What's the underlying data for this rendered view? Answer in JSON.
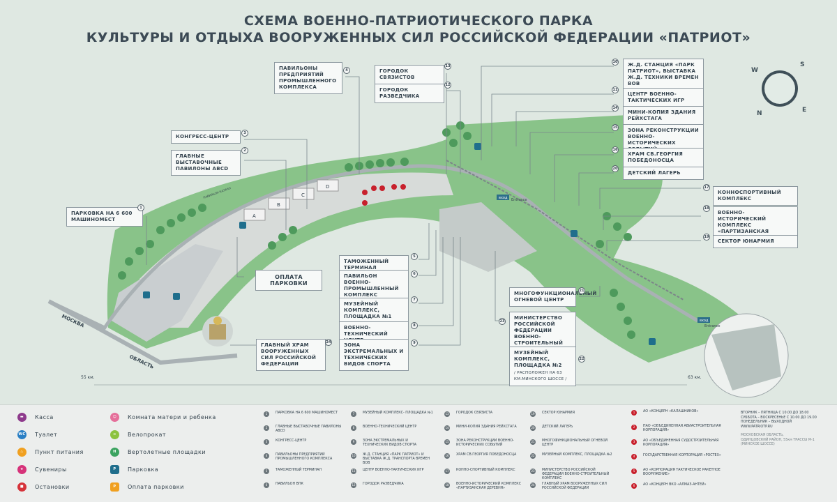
{
  "title": {
    "line1": "СХЕМА ВОЕННО-ПАТРИОТИЧЕСКОГО ПАРКА",
    "line2": "КУЛЬТУРЫ И ОТДЫХА ВООРУЖЕННЫХ СИЛ РОССИЙСКОЙ ФЕДЕРАЦИИ «ПАТРИОТ»"
  },
  "compass": {
    "n": "N",
    "s": "S",
    "e": "E",
    "w": "W"
  },
  "map_labels": {
    "moskva": "МОСКВА",
    "oblast": "ОБЛАСТЬ",
    "km55": "55 км.",
    "km63": "63 км.",
    "entrance1_ru": "вход",
    "entrance1_en": "Entrance",
    "entrance2_ru": "вход",
    "entrance2_en": "Entrance",
    "road_note": "ПАВИЛЬОН КАЗАНО",
    "pavilion_a": "A",
    "pavilion_b": "B",
    "pavilion_c": "C",
    "pavilion_d": "D"
  },
  "callouts": {
    "c1": "ПАРКОВКА НА 6 600 МАШИНОМЕСТ",
    "c2": "ГЛАВНЫЕ ВЫСТАВОЧНЫЕ ПАВИЛОНЫ ABCD",
    "c3": "КОНГРЕСС-ЦЕНТР",
    "c4": "ПАВИЛЬОНЫ ПРЕДПРИЯТИЙ ПРОМЫШЛЕННОГО КОМПЛЕКСА",
    "c5": "ТАМОЖЕННЫЙ ТЕРМИНАЛ",
    "c6": "ПАВИЛЬОН ВОЕННО-ПРОМЫШЛЕННЫЙ КОМПЛЕКС",
    "c7": "МУЗЕЙНЫЙ КОМПЛЕКС, ПЛОЩАДКА №1",
    "c8": "ВОЕННО-ТЕХНИЧЕСКИЙ ЦЕНТР",
    "c9": "ЗОНА ЭКСТРЕМАЛЬНЫХ И ТЕХНИЧЕСКИХ ВИДОВ СПОРТА",
    "c10": "Ж.Д. СТАНЦИЯ «ПАРК ПАТРИОТ», ВЫСТАВКА Ж.Д. ТЕХНИКИ ВРЕМЕН ВОВ",
    "c11": "ЦЕНТР ВОЕННО-ТАКТИЧЕСКИХ ИГР",
    "c12": "ГОРОДОК РАЗВЕДЧИКА",
    "c13": "ГОРОДОК СВЯЗИСТОВ",
    "c14": "МИНИ-КОПИЯ ЗДАНИЯ РЕЙХСТАГА",
    "c15": "ЗОНА РЕКОНСТРУКЦИИ ВОЕННО-ИСТОРИЧЕСКИХ СОБЫТИЙ",
    "c16": "ХРАМ СВ.ГЕОРГИЯ ПОБЕДОНОСЦА",
    "c17": "КОННОСПОРТИВНЫЙ КОМПЛЕКС",
    "c18": "ВОЕННО-ИСТОРИЧЕСКИЙ КОМПЛЕКС «ПАРТИЗАНСКАЯ ДЕРЕВНЯ»",
    "c19": "СЕКТОР ЮНАРМИЯ",
    "c20": "ДЕТСКИЙ ЛАГЕРЬ",
    "c21": "МНОГОФУНКЦИОНАЛЬНЫЙ ОГНЕВОЙ ЦЕНТР",
    "c22": "МУЗЕЙНЫЙ КОМПЛЕКС, ПЛОЩАДКА №2",
    "c22_note": "/ РАСПОЛОЖЕН НА 63 КМ.МИНСКОГО ШОССЕ /",
    "c23": "МИНИСТЕРСТВО РОССИЙСКОЙ ФЕДЕРАЦИИ ВОЕННО-СТРОИТЕЛЬНЫЙ КОМПЛЕКС",
    "c24": "ГЛАВНЫЙ ХРАМ ВООРУЖЕННЫХ СИЛ РОССИЙСКОЙ ФЕДЕРАЦИИ",
    "parking_pay": "ОПЛАТА ПАРКОВКИ"
  },
  "legend": {
    "items": [
      {
        "label": "Касса",
        "icon": "ticket-icon",
        "color": "#8e3a8c"
      },
      {
        "label": "Туалет",
        "icon": "wc-icon",
        "color": "#2a7fc4"
      },
      {
        "label": "Пункт питания",
        "icon": "food-icon",
        "color": "#f0a020"
      },
      {
        "label": "Сувениры",
        "icon": "gift-icon",
        "color": "#d6337a"
      },
      {
        "label": "Остановки",
        "icon": "bus-icon",
        "color": "#d6333a"
      },
      {
        "label": "Комната матери и ребенка",
        "icon": "mother-child-icon",
        "color": "#e56f9a"
      },
      {
        "label": "Велопрокат",
        "icon": "bike-icon",
        "color": "#8cc23f"
      },
      {
        "label": "Вертолетные площадки",
        "icon": "helipad-icon",
        "color": "#3aa35f"
      },
      {
        "label": "Парковка",
        "icon": "parking-icon",
        "color": "#1f6e8c"
      },
      {
        "label": "Оплата парковки",
        "icon": "parking-pay-icon",
        "color": "#f0a020"
      }
    ]
  },
  "index_cols": [
    [
      {
        "n": "1",
        "t": "ПАРКОВКА НА 6 600 МАШИНОМЕСТ"
      },
      {
        "n": "2",
        "t": "ГЛАВНЫЕ ВЫСТАВОЧНЫЕ ПАВИЛОНЫ ABCD"
      },
      {
        "n": "3",
        "t": "КОНГРЕСС-ЦЕНТР"
      },
      {
        "n": "4",
        "t": "ПАВИЛЬОНЫ ПРЕДПРИЯТИЙ ПРОМЫШЛЕННОГО КОМПЛЕКСА"
      },
      {
        "n": "5",
        "t": "ТАМОЖЕННЫЙ ТЕРМИНАЛ"
      },
      {
        "n": "6",
        "t": "ПАВИЛЬОН ВПК"
      }
    ],
    [
      {
        "n": "7",
        "t": "МУЗЕЙНЫЙ КОМПЛЕКС- ПЛОЩАДКА №1"
      },
      {
        "n": "8",
        "t": "ВОЕННО-ТЕХНИЧЕСКИЙ ЦЕНТР"
      },
      {
        "n": "9",
        "t": "ЗОНА ЭКСТРЕМАЛЬНЫХ И ТЕХНИЧЕСКИХ ВИДОВ СПОРТА"
      },
      {
        "n": "10",
        "t": "Ж.Д. СТАНЦИЯ «ПАРК ПАТРИОТ» И ВЫСТАВКА Ж.Д. ТРАНСПОРТА ВРЕМЕН ВОВ"
      },
      {
        "n": "11",
        "t": "ЦЕНТР ВОЕННО-ТАКТИЧЕСКИХ ИГР"
      },
      {
        "n": "12",
        "t": "ГОРОДОК РАЗВЕДЧИКА"
      }
    ],
    [
      {
        "n": "13",
        "t": "ГОРОДОК СВЯЗИСТА"
      },
      {
        "n": "14",
        "t": "МИНИ-КОПИЯ ЗДАНИЯ РЕЙХСТАГА"
      },
      {
        "n": "15",
        "t": "ЗОНА РЕКОНСТРУКЦИИ ВОЕННО-ИСТОРИЧЕСКИХ СОБЫТИЙ"
      },
      {
        "n": "16",
        "t": "ХРАМ СВ.ГЕОРГИЯ ПОБЕДОНОСЦА"
      },
      {
        "n": "17",
        "t": "КОННО-СПОРТИВНЫЙ КОМПЛЕКС"
      },
      {
        "n": "18",
        "t": "ВОЕННО-ИСТОРИЧЕСКИЙ КОМПЛЕКС «ПАРТИЗАНСКАЯ ДЕРЕВНЯ»"
      }
    ],
    [
      {
        "n": "19",
        "t": "СЕКТОР ЮНАРМИЯ"
      },
      {
        "n": "20",
        "t": "ДЕТСКИЙ ЛАГЕРЬ"
      },
      {
        "n": "21",
        "t": "МНОГОФУНКЦИОНАЛЬНЫЙ ОГНЕВОЙ ЦЕНТР"
      },
      {
        "n": "22",
        "t": "МУЗЕЙНЫЙ КОМПЛЕКС, ПЛОЩАДКА №2"
      },
      {
        "n": "23",
        "t": "МИНИСТЕРСТВО РОССИЙСКОЙ ФЕДЕРАЦИИ ВОЕННО-СТРОИТЕЛЬНЫЙ КОМПЛЕКС"
      },
      {
        "n": "24",
        "t": "ГЛАВНЫЙ ХРАМ ВООРУЖЕННЫХ СИЛ РОССИЙСКОЙ ФЕДЕРАЦИИ"
      }
    ]
  ],
  "orgs": [
    {
      "n": "1",
      "t": "АО «КОНЦЕРН «КАЛАШНИКОВ»"
    },
    {
      "n": "2",
      "t": "ПАО «ОБЪЕДИНЕННАЯ АВИАСТРОИТЕЛЬНАЯ КОРПОРАЦИЯ»"
    },
    {
      "n": "3",
      "t": "АО «ОБЪЕДИНЕННАЯ СУДОСТРОИТЕЛЬНАЯ КОРПОРАЦИЯ»"
    },
    {
      "n": "4",
      "t": "ГОСУДАРСТВЕННАЯ КОРПОРАЦИЯ «РОСТЕХ»"
    },
    {
      "n": "5",
      "t": "АО «КОРПОРАЦИЯ ТАКТИЧЕСКОЕ РАКЕТНОЕ ВООРУЖЕНИЕ»"
    },
    {
      "n": "6",
      "t": "АО «КОНЦЕРН ВКО «АЛМАЗ-АНТЕЙ»"
    }
  ],
  "hours": {
    "l1": "ВТОРНИК – ПЯТНИЦА С 10.00 ДО 18.00",
    "l2": "СУББОТА – ВОСКРЕСЕНЬЕ С 10.00 ДО 19.00",
    "l3": "ПОНЕДЕЛЬНИК – ВЫХОДНОЙ",
    "l4": "WWW.PATRIOTP.RU",
    "a1": "МОСКОВСКАЯ ОБЛАСТЬ,",
    "a2": "ОДИНЦОВСКИЙ РАЙОН, 55км ТРАССЫ М-1",
    "a3": "(МИНСКОЕ ШОССЕ)"
  }
}
